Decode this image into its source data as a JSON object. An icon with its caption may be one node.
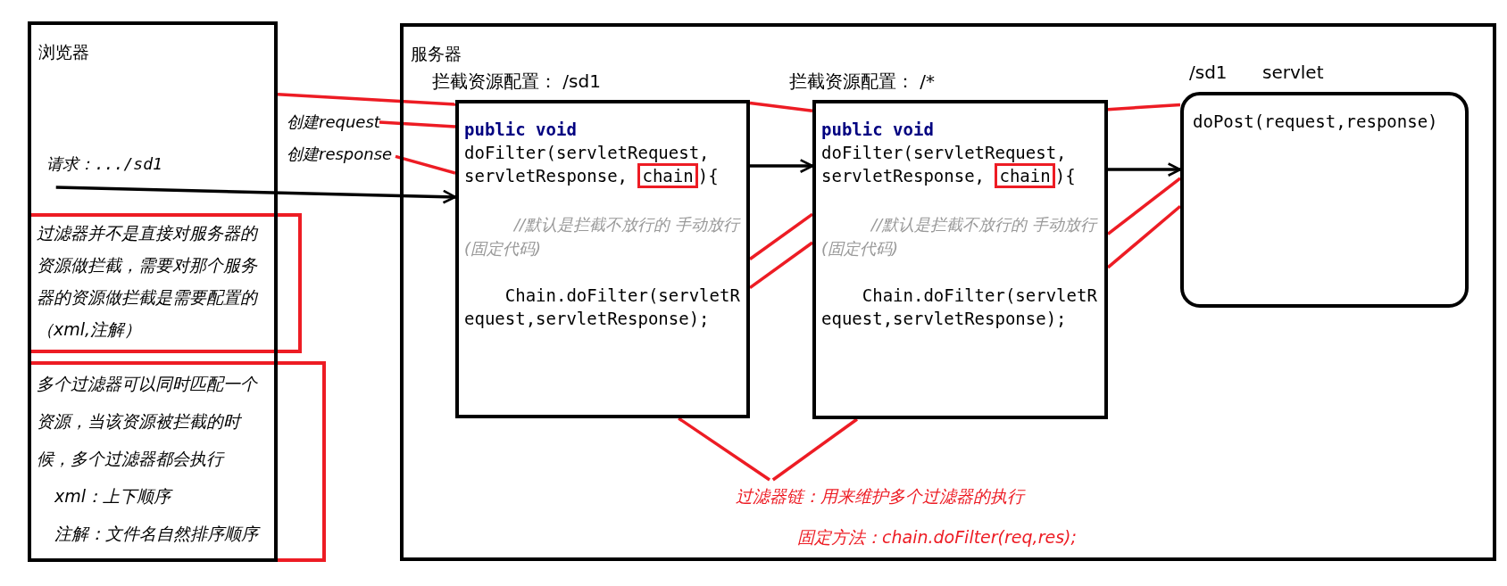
{
  "diagram": {
    "nodes": [
      {
        "text": [
          "浏览器"
        ]
      },
      {
        "text": [
          "请求：.../sd1"
        ],
        "in": 0
      },
      {
        "text": [
          "创建request"
        ]
      },
      {
        "text": [
          "创建response"
        ]
      },
      {
        "text": [
          "过滤器并不是直接对服务器的资源做拦截，需要对那个服务器的资源做拦截是需要配置的（xml,注解）"
        ]
      },
      {
        "text": [
          "多个过滤器可以同时匹配一个资源，当该资源被拦截的时候，多个过滤器都会执行",
          "xml：上下顺序",
          "注解：文件名自然排序顺序"
        ]
      },
      {
        "text": [
          "服务器"
        ]
      },
      {
        "text": [
          "拦截资源配置： /sd1",
          "public void",
          "doFilter(servletRequest, servletResponse,",
          "chain",
          "){",
          "//默认是拦截不放行的 手动放行(固定代码)",
          "Chain.doFilter(servletRequest,servletResponse);"
        ],
        "in": 6
      },
      {
        "text": [
          "拦截资源配置： /*",
          "public void",
          "doFilter(servletRequest, servletResponse,",
          "chain",
          "){",
          "//默认是拦截不放行的 手动放行(固定代码)",
          "Chain.doFilter(servletRequest,servletResponse);"
        ],
        "in": 6
      },
      {
        "text": [
          "/sd1",
          "servlet",
          "doPost(request,response)"
        ],
        "in": 6
      },
      {
        "text": [
          "过滤器链：用来维护多个过滤器的执行",
          "固定方法：chain.doFilter(req,res);"
        ],
        "in": 6
      }
    ],
    "edges": [
      {
        "from": 1,
        "to": 7,
        "arrow": "to",
        "color": "#000000"
      },
      {
        "from": 7,
        "to": 8,
        "arrow": "to",
        "color": "#000000"
      },
      {
        "from": 8,
        "to": 9,
        "arrow": "to",
        "color": "#000000"
      },
      {
        "from": 0,
        "to": 7,
        "arrow": "none"
      },
      {
        "from": 2,
        "to": 7,
        "arrow": "none"
      },
      {
        "from": 3,
        "to": 7,
        "arrow": "none"
      },
      {
        "from": 7,
        "to": 8,
        "arrow": "none"
      },
      {
        "from": 8,
        "to": 9,
        "arrow": "none"
      },
      {
        "from": 8,
        "to": 7,
        "arrow": "none"
      },
      {
        "from": 8,
        "to": 7,
        "arrow": "none"
      },
      {
        "from": 9,
        "to": 8,
        "arrow": "none"
      },
      {
        "from": 9,
        "to": 8,
        "arrow": "none"
      },
      {
        "from": 10,
        "to": 7,
        "arrow": "none"
      },
      {
        "from": 10,
        "to": 8,
        "arrow": "none"
      }
    ]
  }
}
